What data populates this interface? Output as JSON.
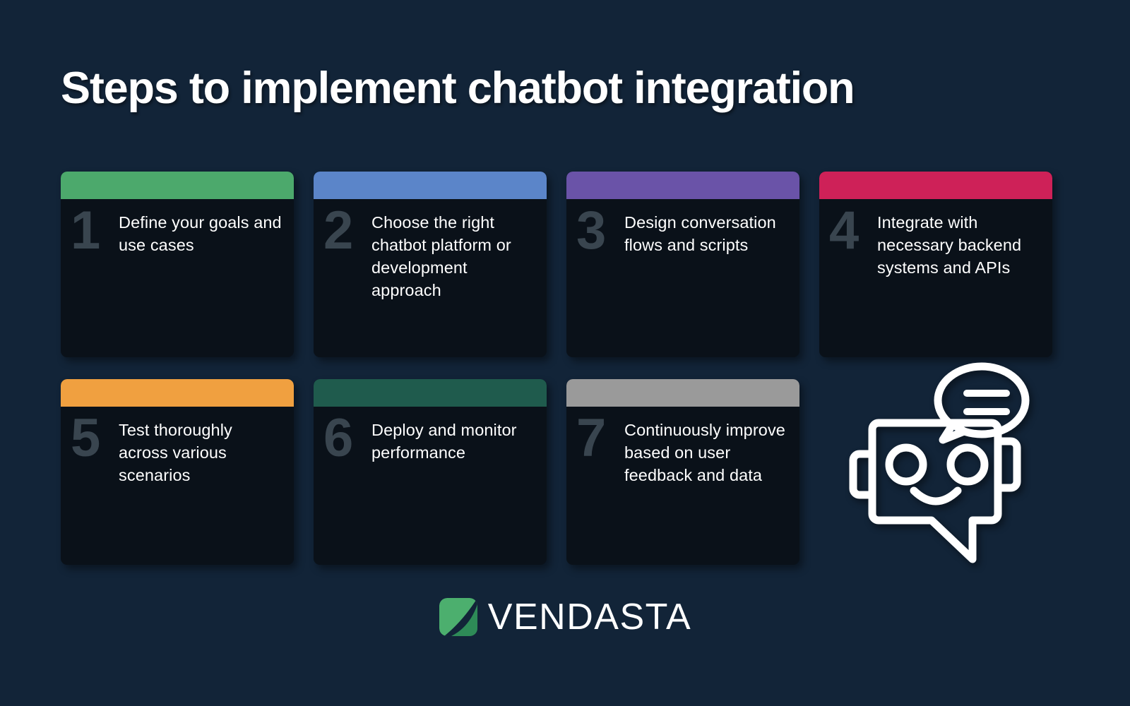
{
  "theme": {
    "background": "#122438",
    "card_body": "#0A1119",
    "card_number": "#39454F",
    "text": "#FFFFFF",
    "logo_green_light": "#4CAF6E",
    "logo_green_dark": "#2E8B57"
  },
  "header": {
    "title": "Steps to implement chatbot integration"
  },
  "steps": [
    {
      "number": "1",
      "text": "Define your goals and use cases",
      "accent": "#4CA96C"
    },
    {
      "number": "2",
      "text": "Choose the right chatbot platform or development approach",
      "accent": "#5B85C9"
    },
    {
      "number": "3",
      "text": "Design conversation flows and scripts",
      "accent": "#6A53A8"
    },
    {
      "number": "4",
      "text": "Integrate with necessary backend systems and APIs",
      "accent": "#CE2158"
    },
    {
      "number": "5",
      "text": "Test thoroughly across various scenarios",
      "accent": "#F0A040"
    },
    {
      "number": "6",
      "text": "Deploy and monitor performance",
      "accent": "#1F5B4D"
    },
    {
      "number": "7",
      "text": "Continuously improve based on user feedback and data",
      "accent": "#9A9A9A"
    }
  ],
  "illustration": {
    "name": "chatbot-robot-icon",
    "stroke": "#FFFFFF"
  },
  "footer": {
    "brand": "VENDASTA",
    "mark_name": "vendasta-logo-mark"
  }
}
